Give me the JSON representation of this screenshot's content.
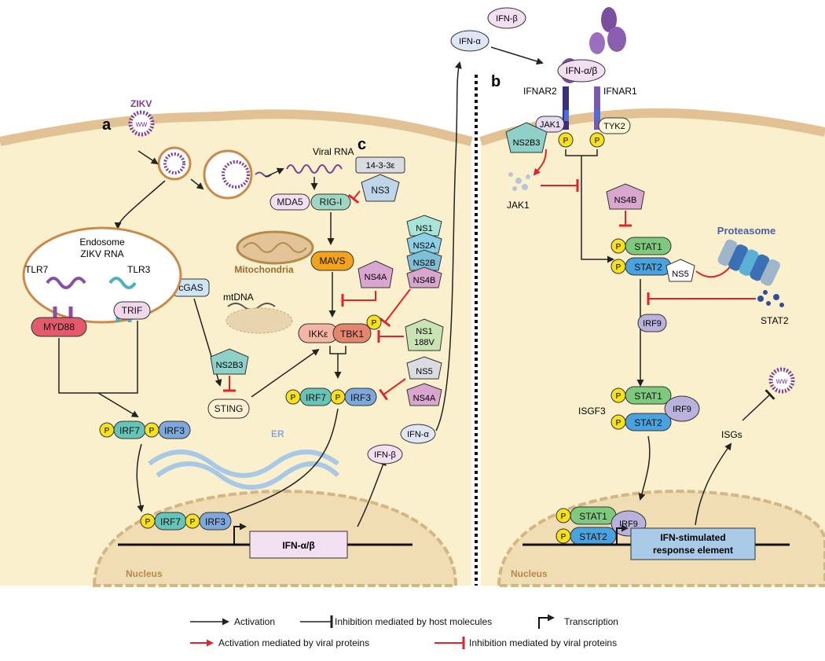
{
  "panels": {
    "a": "a",
    "b": "b",
    "c": "c"
  },
  "virus": "ZIKV",
  "endosome": {
    "title": "Endosome",
    "rna": "ZIKV RNA"
  },
  "receptors": {
    "tlr7": "TLR7",
    "tlr3": "TLR3",
    "myd88": "MYD88",
    "trif": "TRIF"
  },
  "viral_rna": "Viral RNA",
  "mda5": "MDA5",
  "rigi": "RIG-I",
  "ns3": "NS3",
  "p14": "14-3-3ε",
  "mitochondria": "Mitochondria",
  "mavs": "MAVS",
  "cgas": "cGAS",
  "mtdna": "mtDNA",
  "ns_stack": [
    "NS1",
    "NS2A",
    "NS2B",
    "NS4B"
  ],
  "ns4a": "NS4A",
  "ikke": "IKKε",
  "tbk1": "TBK1",
  "ns1_188v": [
    "NS1",
    "188V"
  ],
  "ns2b3": "NS2B3",
  "sting": "STING",
  "irf7": "IRF7",
  "irf3": "IRF3",
  "p": "P",
  "ns5": "NS5",
  "er": "ER",
  "nucleus": "Nucleus",
  "ifn_ab_gene": "IFN-α/β",
  "ifn_a": "IFN-α",
  "ifn_b": "IFN-β",
  "ifn_ab": "IFN-α/β",
  "ifnar2": "IFNAR2",
  "ifnar1": "IFNAR1",
  "jak1": "JAK1",
  "tyk2": "TYK2",
  "ns4b": "NS4B",
  "stat1": "STAT1",
  "stat2": "STAT2",
  "proteasome": "Proteasome",
  "irf9": "IRF9",
  "isgf3": "ISGF3",
  "isgs": "ISGs",
  "isre": [
    "IFN-stimulated",
    "response element"
  ],
  "legend": {
    "activation": "Activation",
    "inhibition_host": "Inhibition mediated by host molecules",
    "transcription": "Transcription",
    "activation_viral": "Activation mediated by viral proteins",
    "inhibition_viral": "Inhibition mediated by viral proteins"
  },
  "colors": {
    "cytoplasm": "#fbf0cd",
    "membrane": "#e2c294",
    "nucleus": "#f1ddb3",
    "virus": "#7b3f98",
    "inhibition_red": "#e2242a",
    "phospho": "#f7e11a",
    "stat1": "#7fc97f",
    "stat2": "#4aa3df",
    "irf9": "#b9b2dc"
  }
}
